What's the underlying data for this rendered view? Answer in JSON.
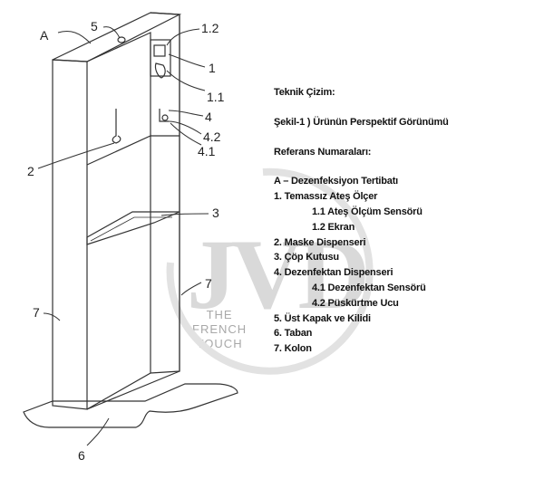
{
  "labels": {
    "A": "A",
    "n5": "5",
    "n1_2": "1.2",
    "n1": "1",
    "n1_1": "1.1",
    "n4": "4",
    "n4_2": "4.2",
    "n4_1": "4.1",
    "n2": "2",
    "n3": "3",
    "n7_right": "7",
    "n7_left": "7",
    "n6": "6"
  },
  "watermark": {
    "logo": "JVD",
    "line1": "THE",
    "line2": "FRENCH",
    "line3": "TOUCH"
  },
  "reference": {
    "heading": "Teknik Çizim:",
    "figure": "Şekil-1 ) Ürünün Perspektif Görünümü",
    "list_title": "Referans Numaraları:",
    "items": [
      "A – Dezenfeksiyon Tertibatı",
      "1. Temassız Ateş Ölçer",
      "1.1 Ateş Ölçüm Sensörü",
      "1.2 Ekran",
      "2. Maske Dispenseri",
      "3. Çöp Kutusu",
      "4. Dezenfektan Dispenseri",
      "4.1 Dezenfektan Sensörü",
      "4.2 Püskürtme Ucu",
      "5. Üst Kapak ve Kilidi",
      "6. Taban",
      "7. Kolon"
    ]
  }
}
